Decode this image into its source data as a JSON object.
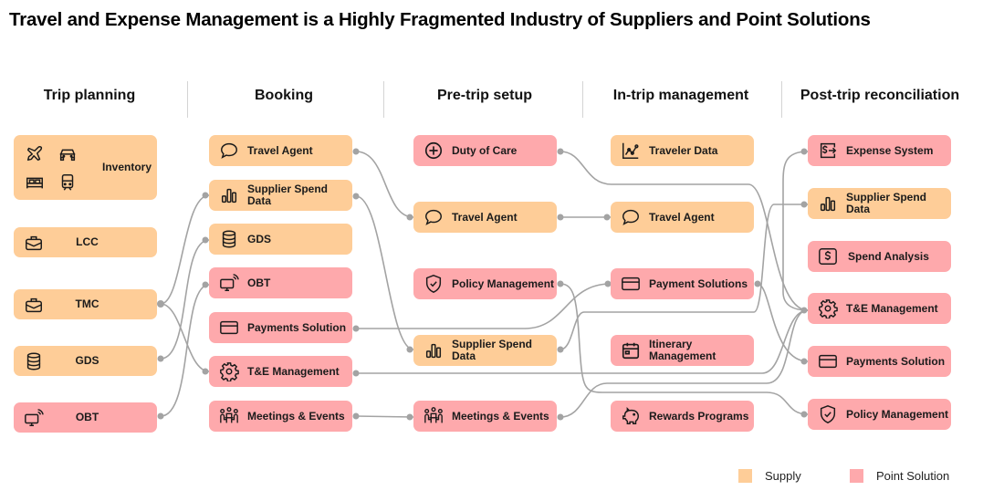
{
  "title": "Travel and Expense Management is a Highly Fragmented Industry of Suppliers and Point Solutions",
  "colors": {
    "supply": "#fecd98",
    "point_solution": "#fea9ac",
    "connector": "#a3a3a3"
  },
  "columns": [
    {
      "label": "Trip planning"
    },
    {
      "label": "Booking"
    },
    {
      "label": "Pre-trip setup"
    },
    {
      "label": "In-trip management"
    },
    {
      "label": "Post-trip reconciliation"
    }
  ],
  "nodes": {
    "trip_planning": [
      {
        "label": "Inventory",
        "type": "supply",
        "icons": [
          "airplane-icon",
          "car-icon",
          "bed-icon",
          "train-icon"
        ]
      },
      {
        "label": "LCC",
        "type": "supply",
        "icon": "briefcase-icon"
      },
      {
        "label": "TMC",
        "type": "supply",
        "icon": "briefcase-icon"
      },
      {
        "label": "GDS",
        "type": "supply",
        "icon": "database-icon"
      },
      {
        "label": "OBT",
        "type": "point",
        "icon": "monitor-wireless-icon"
      }
    ],
    "booking": [
      {
        "label": "Travel Agent",
        "type": "supply",
        "icon": "chat-bubble-icon"
      },
      {
        "label": "Supplier Spend Data",
        "type": "supply",
        "icon": "bar-chart-icon"
      },
      {
        "label": "GDS",
        "type": "supply",
        "icon": "database-icon"
      },
      {
        "label": "OBT",
        "type": "point",
        "icon": "monitor-wireless-icon"
      },
      {
        "label": "Payments Solution",
        "type": "point",
        "icon": "credit-card-icon"
      },
      {
        "label": "T&E Management",
        "type": "point",
        "icon": "gear-icon"
      },
      {
        "label": "Meetings & Events",
        "type": "point",
        "icon": "meeting-icon"
      }
    ],
    "pre_trip": [
      {
        "label": "Duty of Care",
        "type": "point",
        "icon": "plus-circle-icon"
      },
      {
        "label": "Travel Agent",
        "type": "supply",
        "icon": "chat-bubble-icon"
      },
      {
        "label": "Policy Management",
        "type": "point",
        "icon": "shield-check-icon"
      },
      {
        "label": "Supplier Spend Data",
        "type": "supply",
        "icon": "bar-chart-icon"
      },
      {
        "label": "Meetings & Events",
        "type": "point",
        "icon": "meeting-icon"
      }
    ],
    "in_trip": [
      {
        "label": "Traveler Data",
        "type": "supply",
        "icon": "line-chart-icon"
      },
      {
        "label": "Travel Agent",
        "type": "supply",
        "icon": "chat-bubble-icon"
      },
      {
        "label": "Payment Solutions",
        "type": "point",
        "icon": "credit-card-icon"
      },
      {
        "label": "Itinerary Management",
        "type": "point",
        "icon": "calendar-icon"
      },
      {
        "label": "Rewards Programs",
        "type": "point",
        "icon": "piggy-bank-icon"
      }
    ],
    "post_trip": [
      {
        "label": "Expense System",
        "type": "point",
        "icon": "expense-transfer-icon"
      },
      {
        "label": "Supplier Spend Data",
        "type": "supply",
        "icon": "bar-chart-icon"
      },
      {
        "label": "Spend Analysis",
        "type": "point",
        "icon": "dollar-box-icon"
      },
      {
        "label": "T&E Management",
        "type": "point",
        "icon": "gear-icon"
      },
      {
        "label": "Payments Solution",
        "type": "point",
        "icon": "credit-card-icon"
      },
      {
        "label": "Policy Management",
        "type": "point",
        "icon": "shield-check-icon"
      }
    ]
  },
  "connections": [
    {
      "from": "TMC (Trip planning)",
      "to": "Supplier Spend Data (Booking)"
    },
    {
      "from": "TMC (Trip planning)",
      "to": "T&E Management (Booking)"
    },
    {
      "from": "GDS (Trip planning)",
      "to": "GDS (Booking)"
    },
    {
      "from": "OBT (Trip planning)",
      "to": "OBT (Booking)"
    },
    {
      "from": "Travel Agent (Booking)",
      "to": "Travel Agent (Pre-trip setup)"
    },
    {
      "from": "Supplier Spend Data (Booking)",
      "to": "Supplier Spend Data (Pre-trip setup)"
    },
    {
      "from": "Payments Solution (Booking)",
      "to": "Payment Solutions (In-trip management)"
    },
    {
      "from": "T&E Management (Booking)",
      "to": "T&E Management (Post-trip reconciliation)"
    },
    {
      "from": "Meetings & Events (Booking)",
      "to": "Meetings & Events (Pre-trip setup)"
    },
    {
      "from": "Duty of Care (Pre-trip setup)",
      "to": "T&E Management (Post-trip reconciliation)"
    },
    {
      "from": "Travel Agent (Pre-trip setup)",
      "to": "Travel Agent (In-trip management)"
    },
    {
      "from": "Policy Management (Pre-trip setup)",
      "to": "Policy Management (Post-trip reconciliation)"
    },
    {
      "from": "Supplier Spend Data (Pre-trip setup)",
      "to": "Supplier Spend Data (Post-trip reconciliation)"
    },
    {
      "from": "Meetings & Events (Pre-trip setup)",
      "to": "T&E Management (Post-trip reconciliation)"
    },
    {
      "from": "Payment Solutions (In-trip management)",
      "to": "Payments Solution (Post-trip reconciliation)"
    },
    {
      "from": "Expense System (Post-trip reconciliation)",
      "to": "T&E Management (Post-trip reconciliation)"
    }
  ],
  "legend": [
    {
      "label": "Supply",
      "color": "#fecd98"
    },
    {
      "label": "Point Solution",
      "color": "#fea9ac"
    }
  ]
}
